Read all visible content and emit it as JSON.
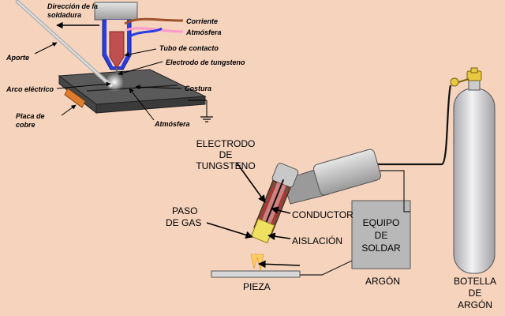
{
  "top_diagram": {
    "direction_line1": "Dirección de la",
    "direction_line2": "soldadura",
    "current": "Corriente",
    "atmosphere_top": "Atmósfera",
    "contact_tube": "Tubo de contacto",
    "tungsten_electrode": "Electrodo de tungsteno",
    "filler": "Aporte",
    "arc": "Arco eléctrico",
    "seam": "Costura",
    "plate_line1": "Placa de",
    "plate_line2": "cobre",
    "atmosphere_bottom": "Atmósfera"
  },
  "bottom_diagram": {
    "electrode_line1": "ELECTRODO",
    "electrode_line2": "DE",
    "electrode_line3": "TUNGSTENO",
    "gas_line1": "PASO",
    "gas_line2": "DE GAS",
    "conductor": "CONDUCTOR",
    "insulation": "AISLACIÓN",
    "piece": "PIEZA",
    "welder_line1": "EQUIPO",
    "welder_line2": "DE",
    "welder_line3": "SOLDAR",
    "argon": "ARGÓN",
    "bottle_line1": "BOTELLA",
    "bottle_line2": "DE",
    "bottle_line3": "ARGÓN"
  },
  "colors": {
    "background": "#f5d3bd",
    "plate": "#555555",
    "nozzle_blue": "#2a3de0",
    "electrode_red": "#c05050",
    "current_wire": "#a0522d",
    "atmosphere_wire": "#ff99cc",
    "cylinder": "#d8d8dc",
    "valve": "#e8c840",
    "flame": "#f0e060"
  }
}
